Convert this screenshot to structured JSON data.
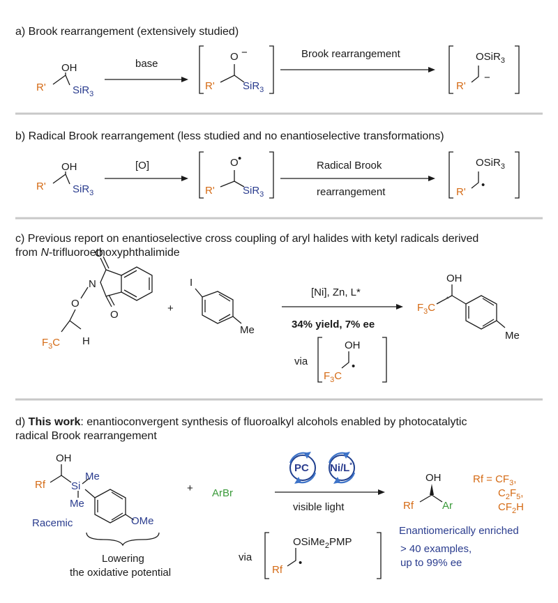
{
  "panel_a": {
    "header": "a) Brook rearrangement (extensively studied)",
    "reagent": "base",
    "arrow_label": "Brook rearrangement",
    "OH": "OH",
    "R1": "R'",
    "SiR3": "SiR",
    "sub3": "3",
    "O": "O",
    "minus": "−",
    "OSiR3": "OSiR"
  },
  "panel_b": {
    "header": "b) Radical Brook rearrangement (less studied and no enantioselective transformations)",
    "reagent": "[O]",
    "arrow_label_1": "Radical Brook",
    "arrow_label_2": "rearrangement",
    "dot": "•"
  },
  "panel_c": {
    "header_1": "c) Previous report on enantioselective cross coupling of aryl halides with ketyl radicals derived",
    "header_2_pre": "from ",
    "header_2_ital": "N",
    "header_2_post": "-trifluoroethoxyphthalimide",
    "N": "N",
    "O": "O",
    "F3C": "F",
    "F3C_sub": "3",
    "F3C_C": "C",
    "H": "H",
    "plus": "+",
    "I": "I",
    "Me": "Me",
    "conditions": "[Ni], Zn, L*",
    "result": "34% yield, 7% ee",
    "via": "via",
    "OH": "OH",
    "star": "*"
  },
  "panel_d": {
    "header_1_pre": "d) ",
    "header_1_bold": "This work",
    "header_1_post": ": enantioconvergent synthesis of fluoroalkyl alcohols enabled by photocatalytic",
    "header_2": "radical Brook rearrangement",
    "OH": "OH",
    "Rf": "Rf",
    "Si": "Si",
    "Me": "Me",
    "OMe": "OMe",
    "racemic": "Racemic",
    "lowering_1": "Lowering",
    "lowering_2": "the oxidative potential",
    "plus": "+",
    "ArBr": "ArBr",
    "PC": "PC",
    "NiL": "Ni/L",
    "star": "*",
    "light": "visible light",
    "via": "via",
    "OSiMe2PMP_1": "OSiMe",
    "OSiMe2PMP_sub": "2",
    "OSiMe2PMP_2": "PMP",
    "Ar": "Ar",
    "rf_list_1": "Rf = CF",
    "rf_list_1_sub": "3",
    "rf_list_1_end": ",",
    "rf_list_2": "C",
    "rf_list_2_sub_a": "2",
    "rf_list_2_mid": "F",
    "rf_list_2_sub_b": "5",
    "rf_list_2_end": ",",
    "rf_list_3": "CF",
    "rf_list_3_sub": "2",
    "rf_list_3_end": "H",
    "enriched": "Enantiomerically enriched",
    "examples": "> 40 examples,",
    "ee": "up to 99% ee"
  }
}
